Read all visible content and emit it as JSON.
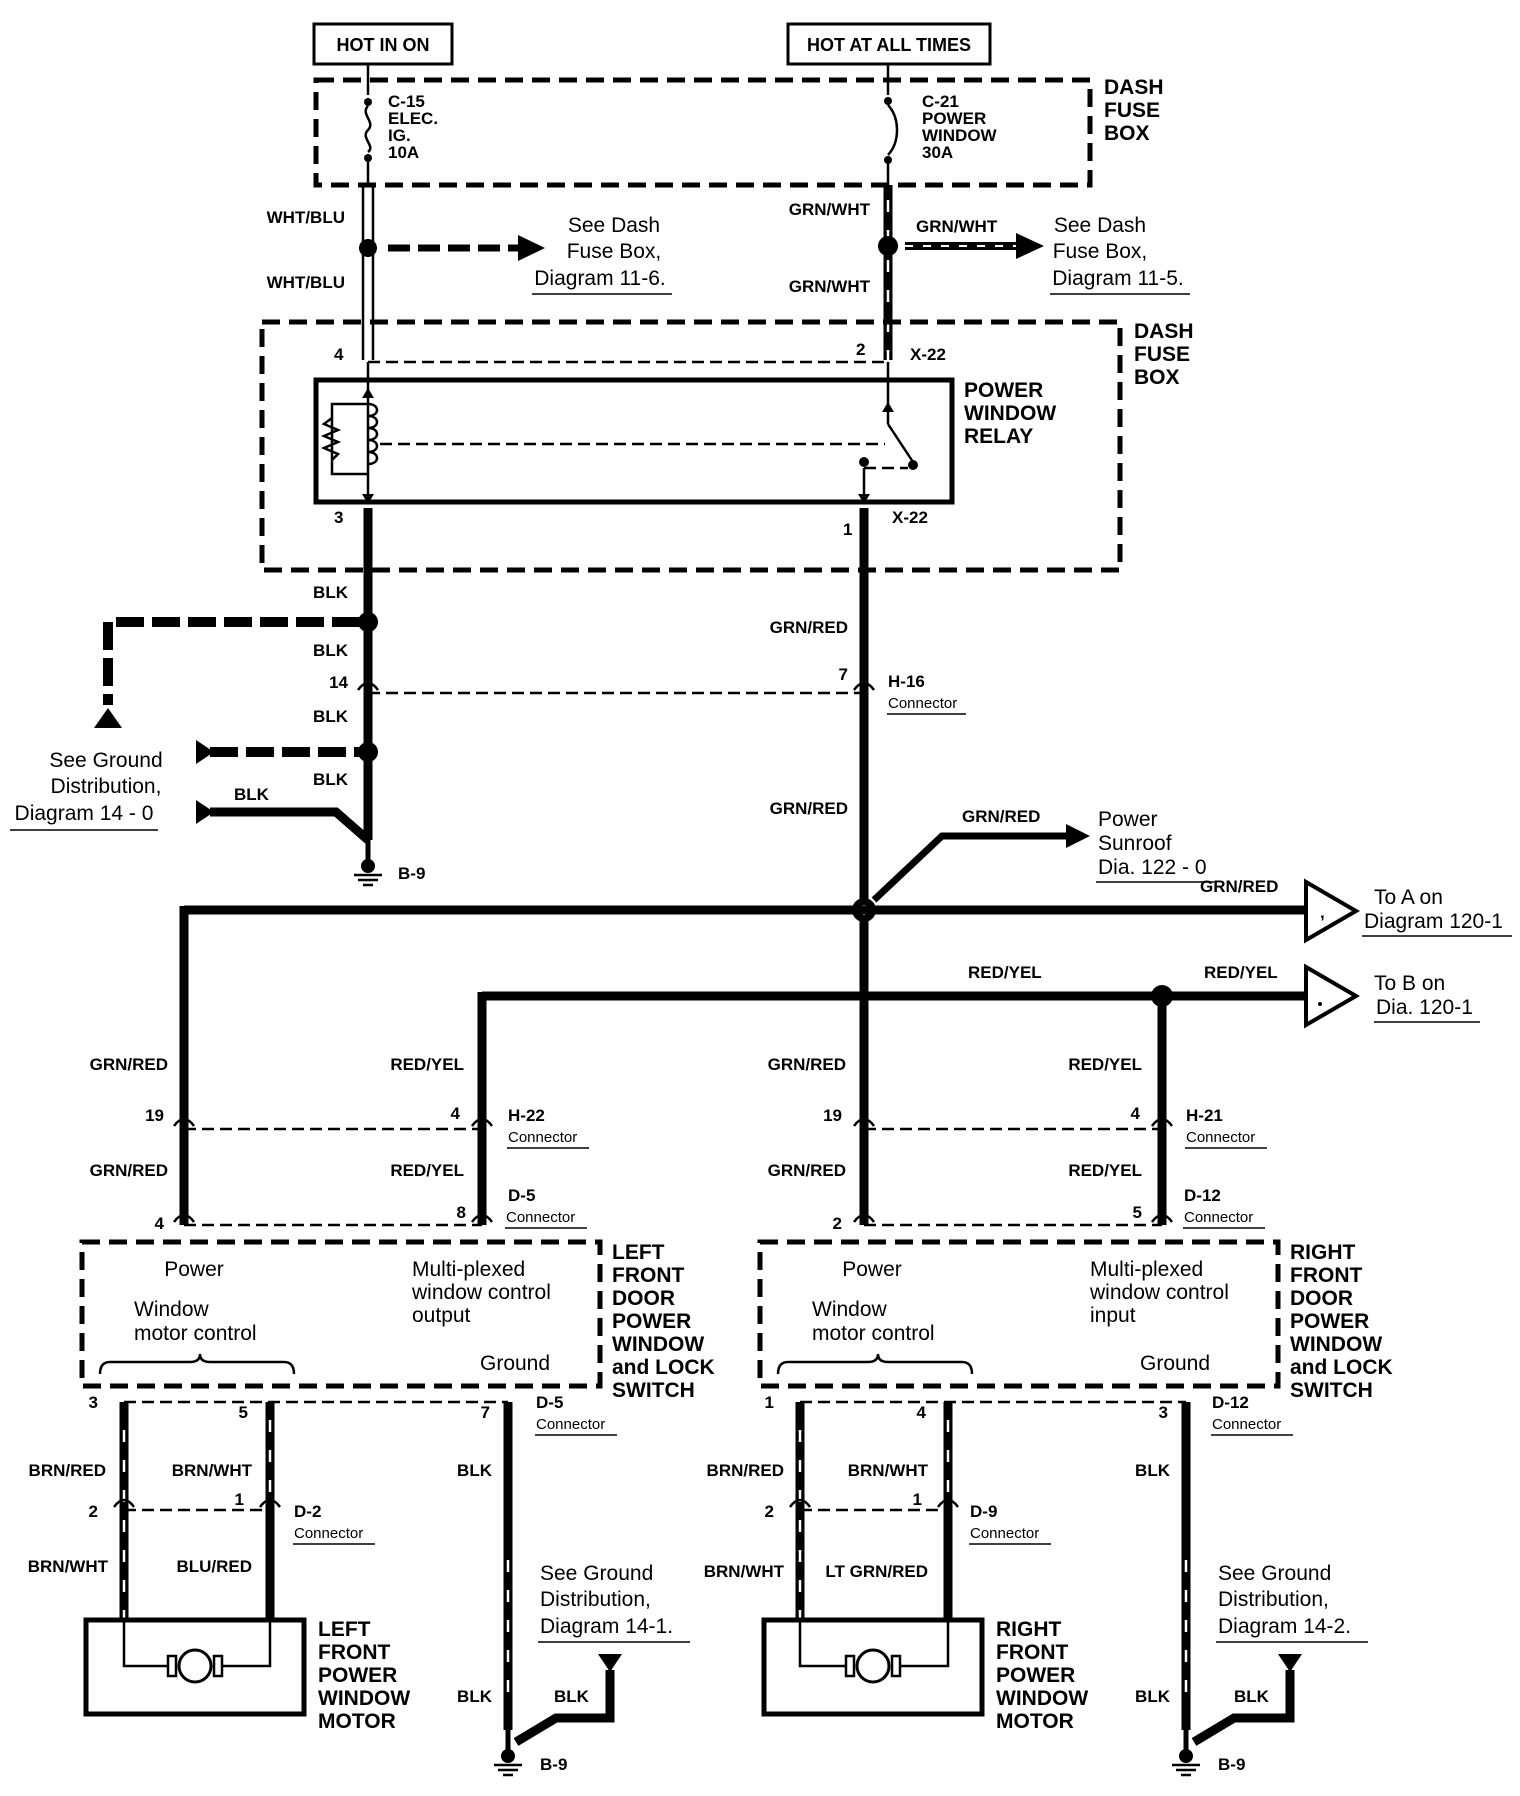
{
  "headers": {
    "hot_in_on": "HOT IN ON",
    "hot_at_all_times": "HOT AT ALL TIMES"
  },
  "fuse_box": {
    "title_line1": "DASH",
    "title_line2": "FUSE",
    "title_line3": "BOX",
    "fuse_c15": [
      "C-15",
      "ELEC.",
      "IG.",
      "10A"
    ],
    "fuse_c21": [
      "C-21",
      "POWER",
      "WINDOW",
      "30A"
    ]
  },
  "relay": {
    "title": [
      "POWER",
      "WINDOW",
      "RELAY"
    ],
    "box_title": [
      "DASH",
      "FUSE",
      "BOX"
    ],
    "pin4": "4",
    "pin2": "2",
    "pin3": "3",
    "pin1": "1",
    "conn_top": "X-22",
    "conn_bot": "X-22"
  },
  "wires": {
    "wht_blu": "WHT/BLU",
    "grn_wht": "GRN/WHT",
    "blk": "BLK",
    "grn_red": "GRN/RED",
    "red_yel": "RED/YEL",
    "brn_red": "BRN/RED",
    "brn_wht": "BRN/WHT",
    "blu_red": "BLU/RED",
    "lt_grn_red": "LT GRN/RED"
  },
  "refs": {
    "dash_fuse_11_6": [
      "See Dash",
      "Fuse Box,",
      "Diagram 11-6."
    ],
    "dash_fuse_11_5": [
      "See Dash",
      "Fuse Box,",
      "Diagram 11-5."
    ],
    "ground_14_0": [
      "See Ground",
      "Distribution,",
      "Diagram 14 - 0"
    ],
    "sunroof": [
      "Power",
      "Sunroof",
      "Dia. 122 - 0"
    ],
    "to_a": [
      "To A on",
      "Diagram 120-1"
    ],
    "to_b": [
      "To B on",
      "Dia. 120-1"
    ],
    "ground_14_1": [
      "See Ground",
      "Distribution,",
      "Diagram 14-1."
    ],
    "ground_14_2": [
      "See Ground",
      "Distribution,",
      "Diagram 14-2."
    ]
  },
  "connectors": {
    "h16": "H-16",
    "h16_pin14": "14",
    "h16_pin7": "7",
    "h22": "H-22",
    "h21": "H-21",
    "d5": "D-5",
    "d12": "D-12",
    "d2": "D-2",
    "d9": "D-9",
    "connector_word": "Connector",
    "pin19": "19",
    "pin4": "4",
    "pin8": "8",
    "pin2": "2",
    "pin5": "5",
    "pin3": "3",
    "pin7": "7",
    "pin1": "1"
  },
  "ground": {
    "b9": "B-9"
  },
  "left_switch": {
    "title": [
      "LEFT",
      "FRONT",
      "DOOR",
      "POWER",
      "WINDOW",
      "and LOCK",
      "SWITCH"
    ],
    "power": "Power",
    "mux": [
      "Multi-plexed",
      "window control",
      "output"
    ],
    "motor_ctrl": [
      "Window",
      "motor control"
    ],
    "ground": "Ground"
  },
  "right_switch": {
    "title": [
      "RIGHT",
      "FRONT",
      "DOOR",
      "POWER",
      "WINDOW",
      "and LOCK",
      "SWITCH"
    ],
    "power": "Power",
    "mux": [
      "Multi-plexed",
      "window control",
      "input"
    ],
    "motor_ctrl": [
      "Window",
      "motor control"
    ],
    "ground": "Ground"
  },
  "left_motor": {
    "title": [
      "LEFT",
      "FRONT",
      "POWER",
      "WINDOW",
      "MOTOR"
    ]
  },
  "right_motor": {
    "title": [
      "RIGHT",
      "FRONT",
      "POWER",
      "WINDOW",
      "MOTOR"
    ]
  }
}
